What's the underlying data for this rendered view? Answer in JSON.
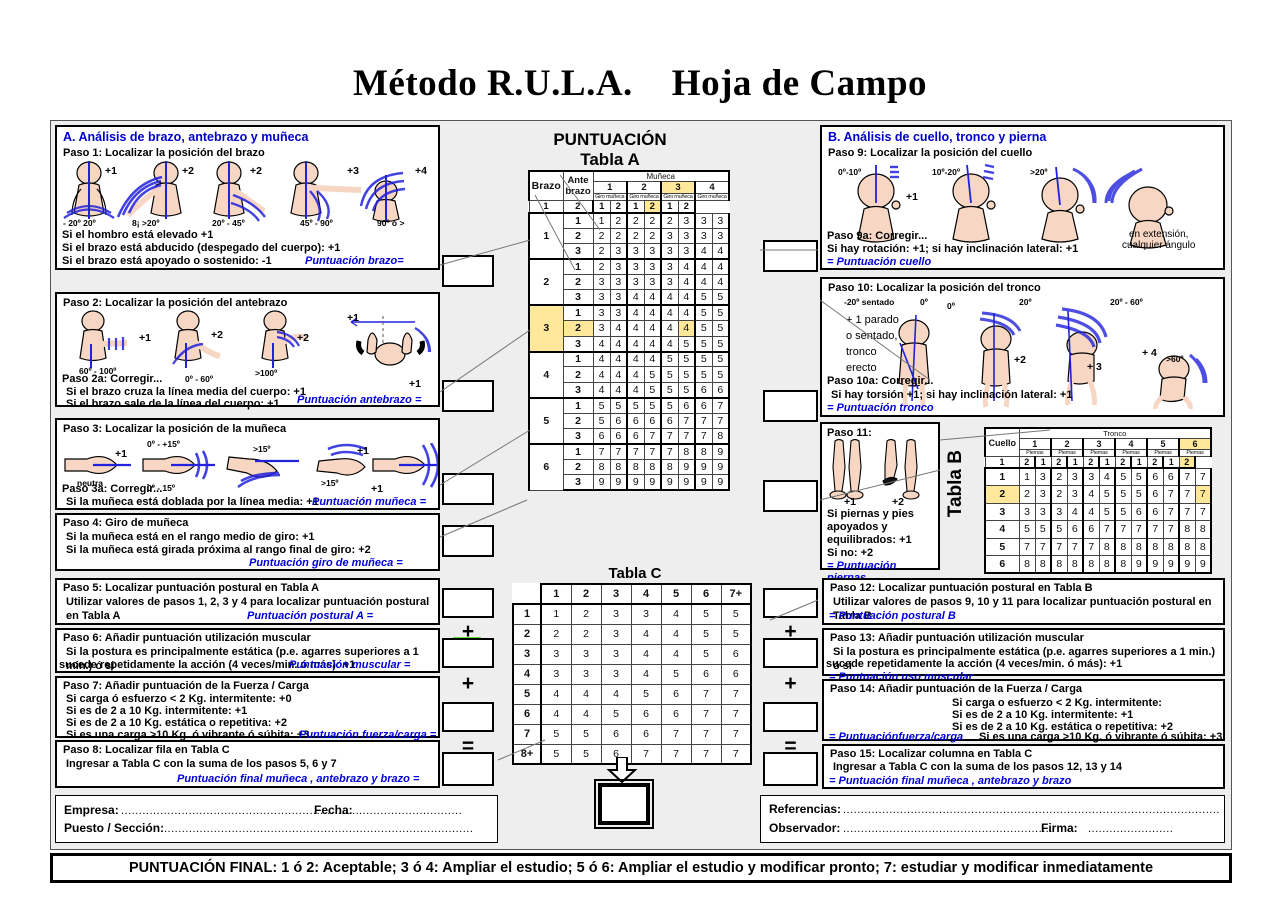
{
  "title": "Método R.U.L.A.    Hoja de Campo",
  "sectionA": {
    "heading": "A.  Análisis de brazo, antebrazo y muñeca",
    "step1": {
      "title": "Paso 1: Localizar la posición del brazo",
      "figures": [
        {
          "score": "+1",
          "angle": "- 20º     20º"
        },
        {
          "score": "+2",
          "angle": "8¡ >20º"
        },
        {
          "score": "+2",
          "angle": "20º - 45º"
        },
        {
          "score": "+3",
          "angle": "45º - 90º"
        },
        {
          "score": "+4",
          "angle": "90º ó >"
        }
      ],
      "notes": [
        "Si el hombro está elevado +1",
        "Si el brazo está abducido (despegado del cuerpo): +1",
        "Si el brazo está apoyado o sostenido: -1"
      ],
      "result": "Puntuación brazo="
    },
    "step2": {
      "title": "Paso 2: Localizar la posición del antebrazo",
      "figures": [
        {
          "score": "+1",
          "angle": "60º - 100º"
        },
        {
          "score": "+2",
          "angle": "0º - 60º"
        },
        {
          "score": "+2",
          "angle": ">100º"
        },
        {
          "score": "+1",
          "angle": ""
        }
      ],
      "extra_plus": "+1",
      "subtitle": "Paso 2a: Corregir...",
      "notes": [
        "Si el brazo cruza la línea media del cuerpo: +1",
        "Si el brazo sale de la línea del cuerpo: +1"
      ],
      "result": "Puntuación antebrazo ="
    },
    "step3": {
      "title": "Paso 3: Localizar la posición de la muñeca",
      "labels": [
        "neutra",
        "0º - +15º",
        "0º - 15º",
        ">15º",
        ">15º"
      ],
      "scores": [
        "+1",
        "+1",
        "+1"
      ],
      "subtitle": "Paso 3a: Corregir...",
      "notes": [
        "Si la muñeca está doblada por la línea media: +1"
      ],
      "result": "Puntuación muñeca ="
    },
    "step4": {
      "title": "Paso 4: Giro de muñeca",
      "notes": [
        "Si la muñeca está en el rango medio de giro: +1",
        "Si la muñeca está girada próxima al rango final de giro: +2"
      ],
      "result": "Puntuación giro de muñeca ="
    },
    "step5": {
      "title": "Paso 5: Localizar puntuación postural en Tabla A",
      "notes": [
        "Utilizar valores de pasos 1, 2, 3 y 4 para localizar puntuación postural  en Tabla A"
      ],
      "result": "Puntuación postural A ="
    },
    "step6": {
      "title": "Paso 6: Añadir puntuación utilización muscular",
      "notes": [
        "Si la postura es principalmente estática (p.e. agarres superiores a 1 min.)  ó si",
        "sucede repetidamente la acción (4 veces/min. ó más): +1"
      ],
      "result": "Puntuación  muscular ="
    },
    "step7": {
      "title": "Paso 7: Añadir puntuación de la Fuerza / Carga",
      "notes": [
        "Si carga ó esfuerzo < 2 Kg. intermitente: +0",
        "Si es de 2 a 10 Kg. intermitente: +1",
        "Si es de 2 a 10 Kg. estática o repetitiva: +2",
        "Si es una carga >10 Kg. ó vibrante ó súbita: +3"
      ],
      "result": "Puntuación fuerza/carga ="
    },
    "step8": {
      "title": "Paso 8: Localizar fila en Tabla C",
      "notes": [
        "Ingresar a Tabla C con la suma de los pasos 5, 6 y 7"
      ],
      "result": "Puntuación  final muñeca , antebrazo y brazo  ="
    },
    "operators": [
      "+",
      "+",
      "="
    ]
  },
  "sectionB": {
    "heading": "B.  Análisis de cuello, tronco y pierna",
    "step9": {
      "title": "Paso 9: Localizar la posición del cuello",
      "angles": [
        "0º-10º",
        "10º-20º",
        ">20º"
      ],
      "score": "+1",
      "extension": "en extensión,\ncualquier ángulo",
      "subtitle": "Paso 9a: Corregir...",
      "notes": [
        "Si hay rotación: +1; si hay inclinación lateral: +1"
      ],
      "result": "= Puntuación  cuello"
    },
    "step10": {
      "title": "Paso 10: Localizar la posición del tronco",
      "labels": [
        "-20º sentado",
        "0º",
        "0º",
        "20º",
        "20º - 60º",
        ">60º"
      ],
      "sidenote": "+ 1 parado\no sentado,\ntronco\nerecto",
      "scores": [
        "+2",
        "+ 3",
        "+ 4"
      ],
      "subtitle": "Paso 10a: Corregir...",
      "notes": [
        "Si hay torsión +1; si hay inclinación lateral: +1"
      ],
      "result": "= Puntuación tronco"
    },
    "step11": {
      "title": "Paso 11:",
      "scores": [
        "+1",
        "+2"
      ],
      "notes": [
        "Si piernas y pies",
        "apoyados y",
        "equilibrados: +1",
        "Si no: +2"
      ],
      "result": "= Puntuación piernas"
    },
    "step12": {
      "title": "Paso 12: Localizar puntuación postural en Tabla B",
      "notes": [
        "Utilizar valores de pasos 9, 10 y 11 para localizar puntuación postural  en Tabla B"
      ],
      "result": "= Puntuación postural  B"
    },
    "step13": {
      "title": "Paso 13: Añadir puntuación utilización muscular",
      "notes": [
        "Si la postura es principalmente estática (p.e. agarres superiores a 1 min.)  ó si",
        "sucede repetidamente la acción (4 veces/min. ó más): +1"
      ],
      "result": "= Puntuación  uso muscular"
    },
    "step14": {
      "title": "Paso 14: Añadir puntuación de la Fuerza / Carga",
      "notes": [
        "Si carga o esfuerzo < 2 Kg. intermitente:",
        "Si es de 2 a 10 Kg. intermitente: +1",
        "Si es de 2 a 10 Kg. estática o repetitiva: +2",
        "Si es una carga >10 Kg. ó vibrante ó súbita: +3"
      ],
      "result": "= Puntuaciónfuerza/carga"
    },
    "step15": {
      "title": "Paso 15: Localizar columna en Tabla C",
      "notes": [
        "Ingresar a Tabla C con la suma de los pasos 12, 13 y 14"
      ],
      "result": "= Puntuación  final muñeca , antebrazo y brazo"
    },
    "operators": [
      "+",
      "+",
      "="
    ]
  },
  "scoring": {
    "heading": "PUNTUACIÓN",
    "tableA_title": "Tabla A",
    "tableB_title": "Tabla B",
    "tableC_title": "Tabla C"
  },
  "footerLeft": {
    "empresa_label": "Empresa:",
    "empresa_dots": "...................................................................",
    "fecha_label": "Fecha:",
    "fecha_dots": ".............................",
    "puesto_label": "Puesto / Sección:",
    "puesto_dots": "......................................................................................."
  },
  "footerRight": {
    "referencias_label": "Referencias:",
    "referencias_dots": "..........................................................................................................",
    "observador_label": "Observador:",
    "observador_dots": "...........................................................",
    "firma_label": "Firma:",
    "firma_dots": "........................"
  },
  "finalNote": "PUNTUACIÓN FINAL: 1 ó 2: Aceptable; 3 ó 4: Ampliar el estudio; 5 ó 6: Ampliar el estudio y modificar pronto; 7: estudiar y modificar inmediatamente",
  "chart_data": {
    "type": "table",
    "tables": [
      {
        "name": "Tabla A",
        "title": "Tabla A",
        "row_header_labels": [
          "Brazo",
          "Ante brazo"
        ],
        "col_group_label": "Muñeca",
        "col_groups": [
          "1",
          "2",
          "3",
          "4"
        ],
        "col_sub_label": "Giro muñeca",
        "col_subs": [
          "1",
          "2",
          "1",
          "2",
          "1",
          "2",
          "1",
          "2"
        ],
        "highlight_col_group": "3",
        "highlight_col_sub_index": 5,
        "highlight_row_brazo": "3",
        "highlight_row_antebrazo": "2",
        "highlight_cell_value": "4",
        "rows": [
          {
            "brazo": "1",
            "antebrazo": "1",
            "values": [
              1,
              2,
              2,
              2,
              2,
              3,
              3,
              3
            ]
          },
          {
            "brazo": "1",
            "antebrazo": "2",
            "values": [
              2,
              2,
              2,
              2,
              3,
              3,
              3,
              3
            ]
          },
          {
            "brazo": "1",
            "antebrazo": "3",
            "values": [
              2,
              3,
              3,
              3,
              3,
              3,
              4,
              4
            ]
          },
          {
            "brazo": "2",
            "antebrazo": "1",
            "values": [
              2,
              3,
              3,
              3,
              3,
              4,
              4,
              4
            ]
          },
          {
            "brazo": "2",
            "antebrazo": "2",
            "values": [
              3,
              3,
              3,
              3,
              3,
              4,
              4,
              4
            ]
          },
          {
            "brazo": "2",
            "antebrazo": "3",
            "values": [
              3,
              3,
              4,
              4,
              4,
              4,
              5,
              5
            ]
          },
          {
            "brazo": "3",
            "antebrazo": "1",
            "values": [
              3,
              3,
              4,
              4,
              4,
              4,
              5,
              5
            ]
          },
          {
            "brazo": "3",
            "antebrazo": "2",
            "values": [
              3,
              4,
              4,
              4,
              4,
              4,
              5,
              5
            ]
          },
          {
            "brazo": "3",
            "antebrazo": "3",
            "values": [
              4,
              4,
              4,
              4,
              4,
              5,
              5,
              5
            ]
          },
          {
            "brazo": "4",
            "antebrazo": "1",
            "values": [
              4,
              4,
              4,
              4,
              5,
              5,
              5,
              5
            ]
          },
          {
            "brazo": "4",
            "antebrazo": "2",
            "values": [
              4,
              4,
              4,
              5,
              5,
              5,
              5,
              5
            ]
          },
          {
            "brazo": "4",
            "antebrazo": "3",
            "values": [
              4,
              4,
              4,
              5,
              5,
              5,
              6,
              6
            ]
          },
          {
            "brazo": "5",
            "antebrazo": "1",
            "values": [
              5,
              5,
              5,
              5,
              5,
              6,
              6,
              7
            ]
          },
          {
            "brazo": "5",
            "antebrazo": "2",
            "values": [
              5,
              6,
              6,
              6,
              6,
              7,
              7,
              7
            ]
          },
          {
            "brazo": "5",
            "antebrazo": "3",
            "values": [
              6,
              6,
              6,
              7,
              7,
              7,
              7,
              8
            ]
          },
          {
            "brazo": "6",
            "antebrazo": "1",
            "values": [
              7,
              7,
              7,
              7,
              7,
              8,
              8,
              9
            ]
          },
          {
            "brazo": "6",
            "antebrazo": "2",
            "values": [
              8,
              8,
              8,
              8,
              8,
              9,
              9,
              9
            ]
          },
          {
            "brazo": "6",
            "antebrazo": "3",
            "values": [
              9,
              9,
              9,
              9,
              9,
              9,
              9,
              9
            ]
          }
        ]
      },
      {
        "name": "Tabla B",
        "title": "Tabla B",
        "row_header_label": "Cuello",
        "col_group_label": "Tronco",
        "col_groups": [
          "1",
          "2",
          "3",
          "4",
          "5",
          "6"
        ],
        "col_sub_label": "Piernas",
        "col_subs": [
          "1",
          "2",
          "1",
          "2",
          "1",
          "2",
          "1",
          "2",
          "1",
          "2",
          "1",
          "2"
        ],
        "highlight_col_group": "6",
        "highlight_col_sub_index": 11,
        "highlight_row": "2",
        "highlight_cell_value": "7",
        "rows": [
          {
            "cuello": "1",
            "values": [
              1,
              3,
              2,
              3,
              3,
              4,
              5,
              5,
              6,
              6,
              7,
              7
            ]
          },
          {
            "cuello": "2",
            "values": [
              2,
              3,
              2,
              3,
              4,
              5,
              5,
              5,
              6,
              7,
              7,
              7
            ]
          },
          {
            "cuello": "3",
            "values": [
              3,
              3,
              3,
              4,
              4,
              5,
              5,
              6,
              6,
              7,
              7,
              7
            ]
          },
          {
            "cuello": "4",
            "values": [
              5,
              5,
              5,
              6,
              6,
              7,
              7,
              7,
              7,
              7,
              8,
              8
            ]
          },
          {
            "cuello": "5",
            "values": [
              7,
              7,
              7,
              7,
              7,
              8,
              8,
              8,
              8,
              8,
              8,
              8
            ]
          },
          {
            "cuello": "6",
            "values": [
              8,
              8,
              8,
              8,
              8,
              8,
              8,
              9,
              9,
              9,
              9,
              9
            ]
          }
        ]
      },
      {
        "name": "Tabla C",
        "title": "Tabla C",
        "col_headers": [
          "1",
          "2",
          "3",
          "4",
          "5",
          "6",
          "7+"
        ],
        "row_headers": [
          "1",
          "2",
          "3",
          "4",
          "5",
          "6",
          "7",
          "8+"
        ],
        "rows": [
          {
            "header": "1",
            "values": [
              1,
              2,
              3,
              3,
              4,
              5,
              5
            ]
          },
          {
            "header": "2",
            "values": [
              2,
              2,
              3,
              4,
              4,
              5,
              5
            ]
          },
          {
            "header": "3",
            "values": [
              3,
              3,
              3,
              4,
              4,
              5,
              6
            ]
          },
          {
            "header": "4",
            "values": [
              3,
              3,
              3,
              4,
              5,
              6,
              6
            ]
          },
          {
            "header": "5",
            "values": [
              4,
              4,
              4,
              5,
              6,
              7,
              7
            ]
          },
          {
            "header": "6",
            "values": [
              4,
              4,
              5,
              6,
              6,
              7,
              7
            ]
          },
          {
            "header": "7",
            "values": [
              5,
              5,
              6,
              6,
              7,
              7,
              7
            ]
          },
          {
            "header": "8+",
            "values": [
              5,
              5,
              6,
              7,
              7,
              7,
              7
            ]
          }
        ]
      }
    ]
  }
}
